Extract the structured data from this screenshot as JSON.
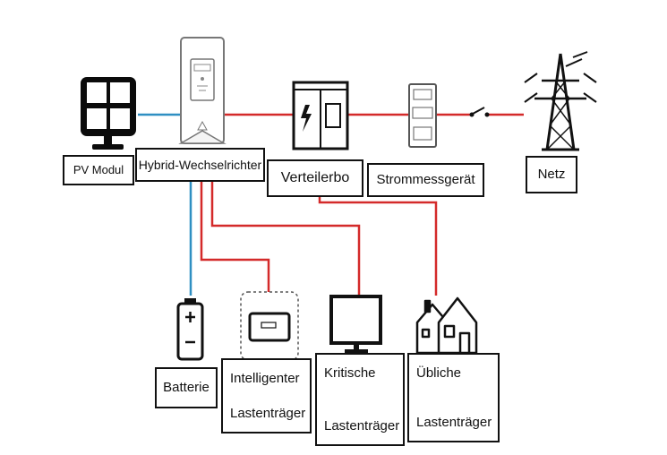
{
  "colors": {
    "ac_line": "#d42a2a",
    "dc_line": "#2f8fc2",
    "outline": "#111111",
    "device_gray": "#777777"
  },
  "icons": {
    "pv": "solar-panel-icon",
    "inverter": "hybrid-inverter-icon",
    "distribution": "distribution-box-icon",
    "meter": "energy-meter-icon",
    "switch": "switch-icon",
    "grid": "power-tower-icon",
    "battery": "battery-icon",
    "smart_load": "smart-load-device-icon",
    "critical_load": "monitor-icon",
    "normal_load": "house-icon"
  },
  "labels": {
    "pv": "PV Modul",
    "inverter": "Hybrid-Wechselrichter",
    "distribution": "Verteilerbo",
    "meter": "Strommessgerät",
    "grid": "Netz",
    "battery": "Batterie",
    "smart_load": {
      "line1": "Intelligenter",
      "line2": "Lastenträger"
    },
    "critical_load": {
      "line1": "Kritische",
      "line2": "Lastenträger"
    },
    "normal_load": {
      "line1": "Übliche",
      "line2": "Lastenträger"
    }
  }
}
